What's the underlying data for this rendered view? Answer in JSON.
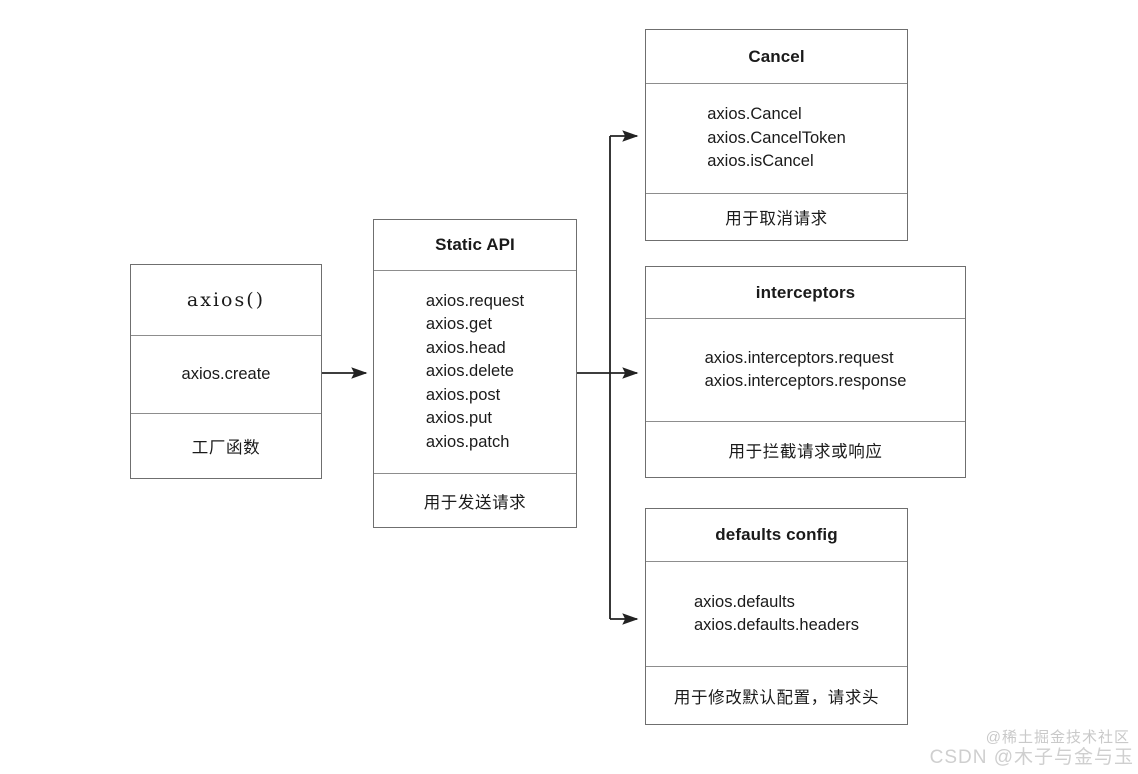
{
  "diagram": {
    "title": "axios API structure diagram",
    "background_color": "#ffffff",
    "border_color": "#6f6f6f",
    "divider_color": "#8d8d8d",
    "text_color": "#1a1a1a"
  },
  "nodes": {
    "axios_factory": {
      "title": "axios()",
      "method": "axios.create",
      "note": "工厂函数"
    },
    "static_api": {
      "title": "Static API",
      "methods": "axios.request\naxios.get\naxios.head\naxios.delete\naxios.post\naxios.put\naxios.patch",
      "note": "用于发送请求"
    },
    "cancel": {
      "title": "Cancel",
      "methods": "axios.Cancel\naxios.CancelToken\naxios.isCancel",
      "note": "用于取消请求"
    },
    "interceptors": {
      "title": "interceptors",
      "methods": "axios.interceptors.request\naxios.interceptors.response",
      "note": "用于拦截请求或响应"
    },
    "defaults_config": {
      "title": "defaults config",
      "methods": "axios.defaults\naxios.defaults.headers",
      "note": "用于修改默认配置，请求头"
    }
  },
  "edges": [
    {
      "name": "axios-factory-to-static-api",
      "from": "axios_factory",
      "to": "static_api"
    },
    {
      "name": "static-api-to-cancel",
      "from": "static_api",
      "to": "cancel"
    },
    {
      "name": "static-api-to-interceptors",
      "from": "static_api",
      "to": "interceptors"
    },
    {
      "name": "static-api-to-defaults-config",
      "from": "static_api",
      "to": "defaults_config"
    }
  ],
  "watermarks": {
    "juejin": "@稀土掘金技术社区",
    "csdn": "CSDN @木子与金与玉"
  }
}
